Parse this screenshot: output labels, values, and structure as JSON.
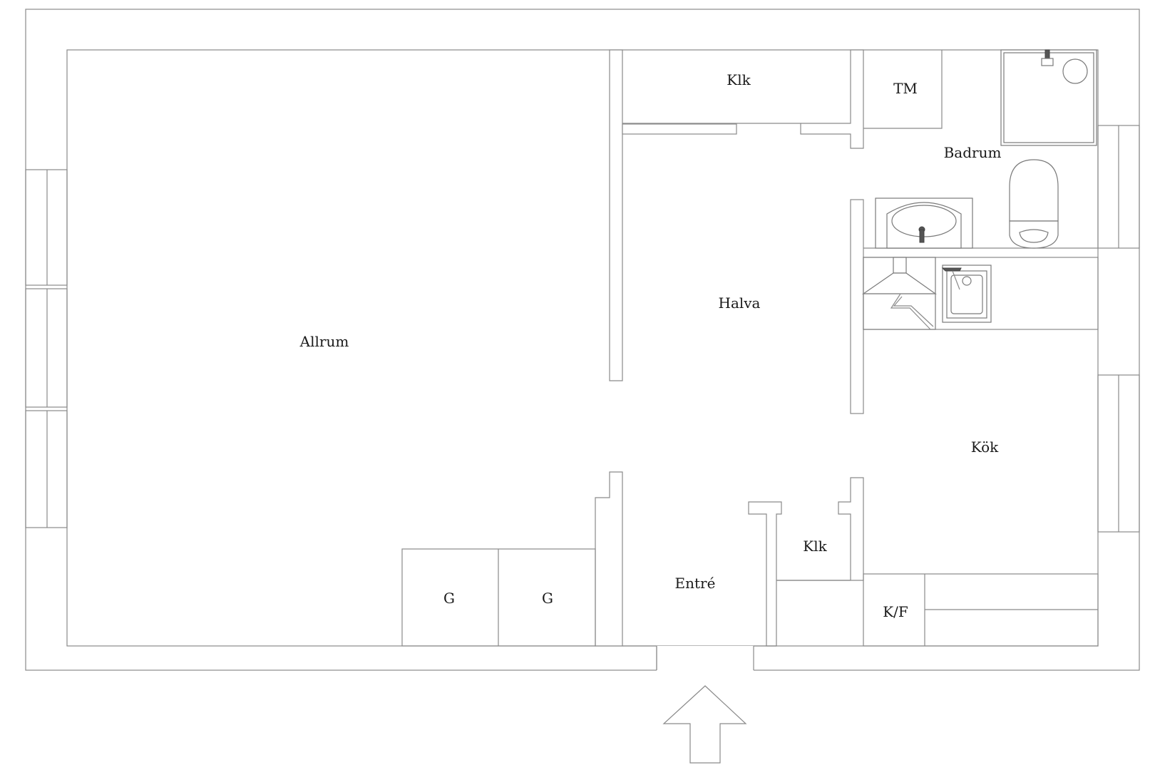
{
  "rooms": {
    "allrum": "Allrum",
    "klk_top": "Klk",
    "tm": "TM",
    "badrum": "Badrum",
    "halva": "Halva",
    "kok": "Kök",
    "klk_bottom": "Klk",
    "entre": "Entré",
    "g1": "G",
    "g2": "G",
    "kf": "K/F"
  },
  "icons": {
    "entrance": "entrance-arrow-icon",
    "toilet": "toilet-icon",
    "sink": "bathroom-sink-icon",
    "shower": "shower-icon",
    "kitchen_sink": "kitchen-sink-icon",
    "stove": "stove-hood-icon"
  }
}
